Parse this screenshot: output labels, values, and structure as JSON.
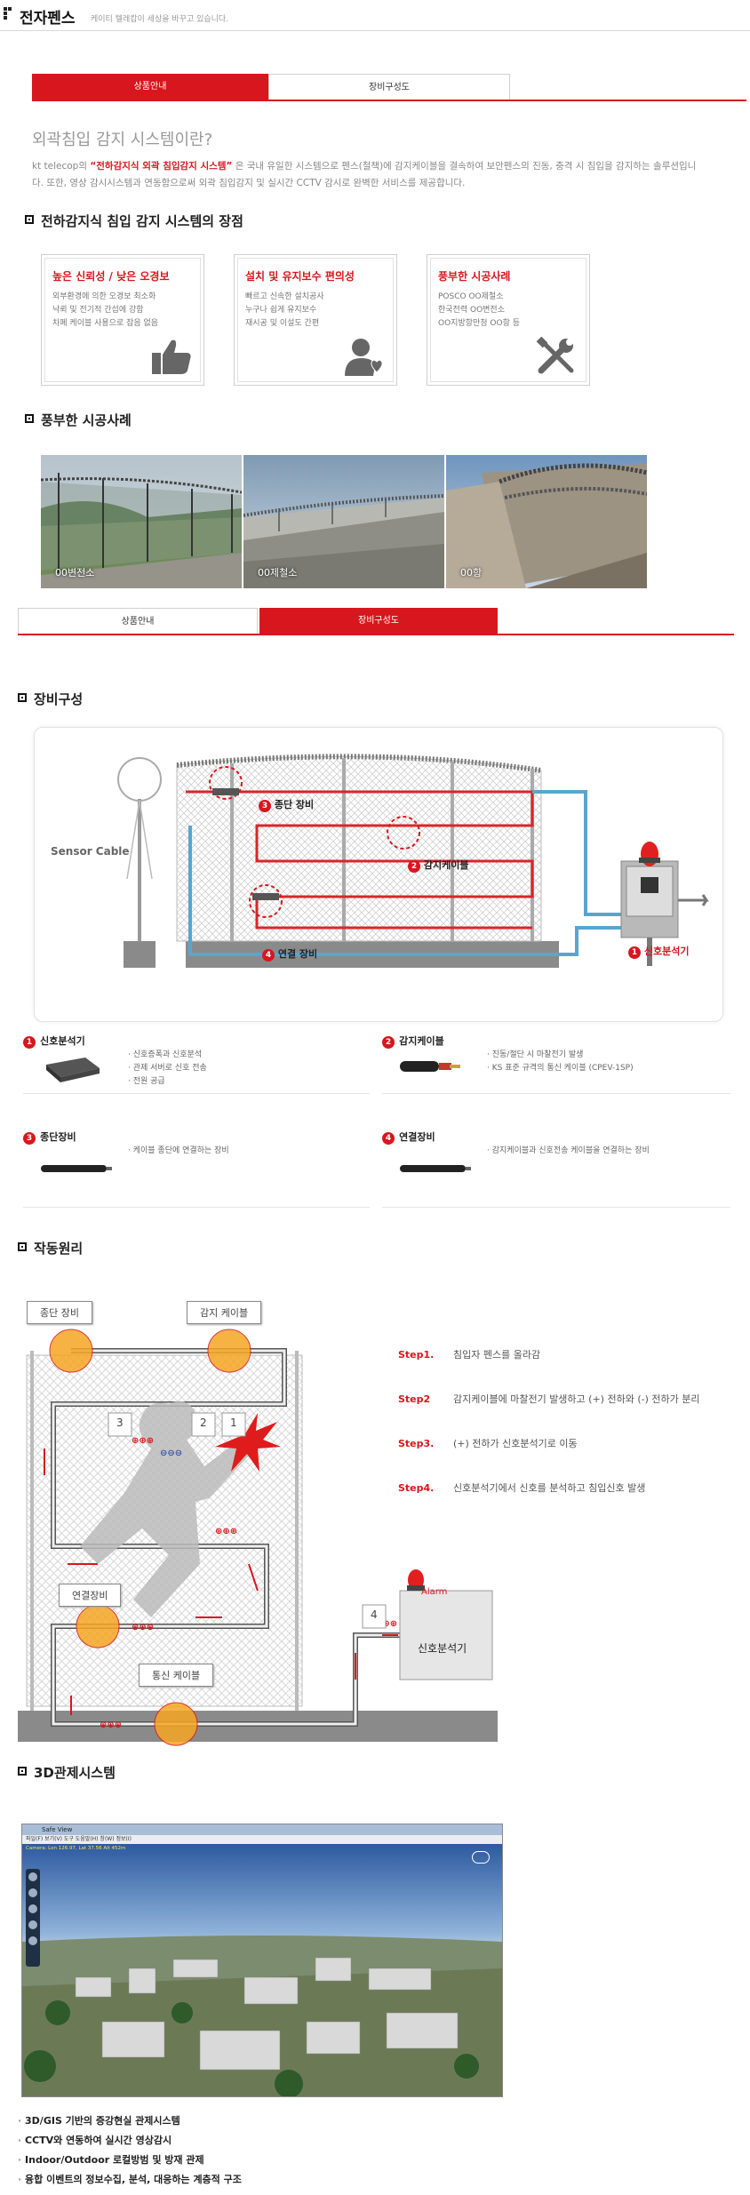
{
  "header": {
    "title": "전자펜스",
    "subtitle": "케이티 텔레캅이 세상을 바꾸고 있습니다."
  },
  "tabs_top": [
    {
      "label": "상품안내",
      "active": true
    },
    {
      "label": "장비구성도",
      "active": false
    }
  ],
  "intro": {
    "title": "외곽침입 감지 시스템이란?",
    "company": "kt telecop",
    "text_pre": "의",
    "highlight": "“전하감지식 외곽 침입감지 시스템”",
    "text_post": "은 국내 유일한 시스템으로 펜스(철책)에 감지케이블을 결속하여 보안펜스의 진동, 충격 시 침입을 감지하는 솔루션입니다. 또한, 영상 감시시스템과 연동함으로써 외곽 침입감지 및 실시간 CCTV 감시로 완벽한 서비스를 제공합니다."
  },
  "advantages": {
    "heading": "전하감지식 침입 감지 시스템의 장점",
    "cards": [
      {
        "title": "높은 신뢰성 / 낮은 오경보",
        "items": [
          "외부환경에 의한 오경보 최소화",
          "낙뢰 및 전기적 간섭에 강함",
          "차폐 케이블 사용으로 잡음 없음"
        ],
        "icon": "thumbs-up-icon"
      },
      {
        "title": "설치 및 유지보수 편의성",
        "items": [
          "빠르고 신속한 설치공사",
          "누구나 쉽게 유지보수",
          "재시공 및 이설도 간편"
        ],
        "icon": "user-heart-icon"
      },
      {
        "title": "풍부한 시공사례",
        "items": [
          "POSCO OO제철소",
          "한국전력 OO변전소",
          "OO지방항만청 OO항 등"
        ],
        "icon": "tools-icon"
      }
    ]
  },
  "cases": {
    "heading": "풍부한 시공사례",
    "photos": [
      {
        "caption": "00변전소"
      },
      {
        "caption": "00제철소"
      },
      {
        "caption": "00항"
      }
    ]
  },
  "tabs_mid": [
    {
      "label": "상품안내",
      "active": false
    },
    {
      "label": "장비구성도",
      "active": true
    }
  ],
  "equipment": {
    "heading": "장비구성",
    "diagram": {
      "sensor_cable": "Sensor Cable",
      "end_device": "종단 장비",
      "sensing_cable": "감지케이블",
      "connector": "연결 장비",
      "analyzer": "신호분석기",
      "nums": [
        "1",
        "2",
        "3",
        "4"
      ]
    },
    "items": [
      {
        "num": "1",
        "title": "신호분석기",
        "bullets": [
          "신호증폭과 신호분석",
          "관제 서버로 신호 전송",
          "전원 공급"
        ]
      },
      {
        "num": "2",
        "title": "감지케이블",
        "bullets": [
          "진동/절단 시 마찰전기 발생",
          "KS 표준 규격의 통신 케이블 (CPEV-1SP)"
        ]
      },
      {
        "num": "3",
        "title": "종단장비",
        "bullets": [
          "케이블 종단에 연결하는 장비"
        ]
      },
      {
        "num": "4",
        "title": "연결장비",
        "bullets": [
          "감지케이블과 신호전송 케이블을 연결하는 장비"
        ]
      }
    ]
  },
  "operation": {
    "heading": "작동원리",
    "diagram": {
      "end_device": "종단 장비",
      "sensing_cable": "감지 케이블",
      "connector": "연결장비",
      "comm_cable": "통신 케이블",
      "analyzer": "신호분석기",
      "alarm": "Alarm",
      "nums": [
        "3",
        "2",
        "1",
        "4"
      ]
    },
    "steps": [
      {
        "label": "Step1.",
        "text": "침입자 펜스를 올라감"
      },
      {
        "label": "Step2",
        "text": "감지케이블에 마찰전기 발생하고 (+) 전하와 (-) 전하가 분리"
      },
      {
        "label": "Step3.",
        "text": "(+) 전하가 신호분석기로 이동"
      },
      {
        "label": "Step4.",
        "text": "신호분석기에서 신호를 분석하고 침입신호 발생"
      }
    ]
  },
  "control3d": {
    "heading": "3D관제시스템",
    "window": {
      "title": "Safe View",
      "menu": "파일(F)   보기(V)   도구   도움말(H)   창(W)   정보(I)",
      "status": "Camera: Lon 126.97, Lat 37.56   Alt 452m"
    },
    "features": [
      "3D/GIS 기반의 증강현실 관제시스템",
      "CCTV와 연동하여 실시간 영상감시",
      "Indoor/Outdoor 로컬방범 및 방재 관제",
      "융합 이벤트의 정보수집, 분석, 대응하는 계층적 구조"
    ]
  },
  "colors": {
    "accent": "#d7171d",
    "cable": "#d8262b",
    "blue": "#59a5cf"
  }
}
